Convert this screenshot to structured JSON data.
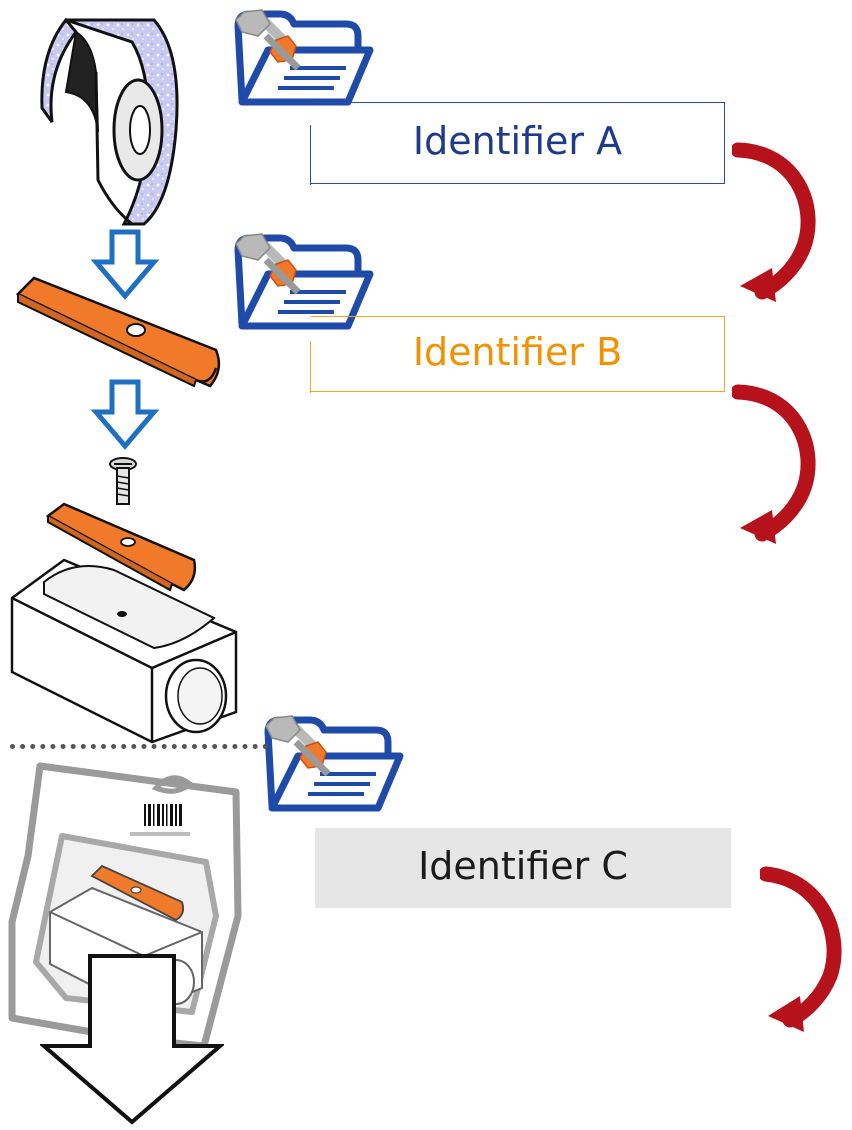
{
  "colors": {
    "identifier_a": "#1e3a8a",
    "identifier_b": "#f39200",
    "identifier_c_bg": "#e6e6e6",
    "curved_arrows": "#b5121b",
    "flow_arrows": "#1f6fc2",
    "part_orange": "#f07a2a",
    "folder_blue": "#1e4aa8"
  },
  "icons": [
    "tape-roll-icon",
    "folder-bolt-icon",
    "blade-icon",
    "screw-icon",
    "sharpener-icon",
    "packaged-sharpener-icon",
    "curved-arrow-icon",
    "down-arrow-icon"
  ],
  "identifiers": {
    "a": "Identifier A",
    "b": "Identifier B",
    "c": "Identifier C"
  }
}
